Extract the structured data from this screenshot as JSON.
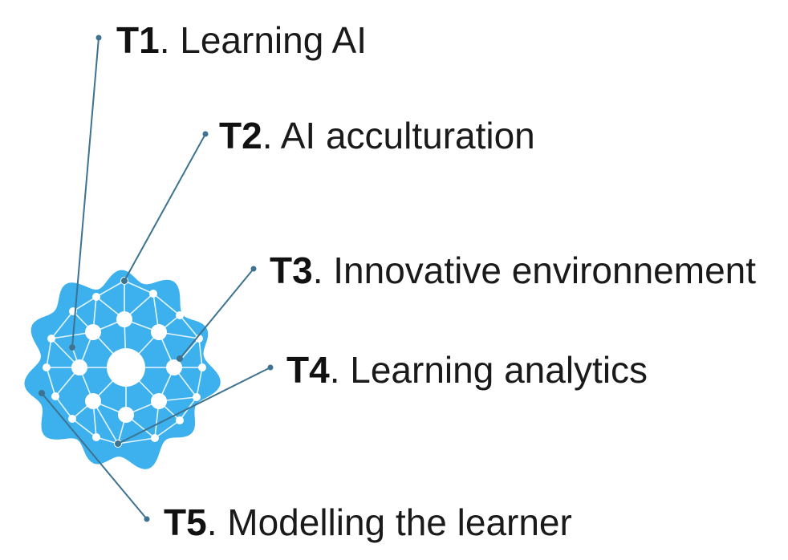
{
  "colors": {
    "network_fill": "#3db0ee",
    "network_node": "#ffffff",
    "network_edge": "#e6f5fd",
    "leader_line": "#3d7391",
    "text": "#1a1a1a"
  },
  "topics": [
    {
      "code": "T1",
      "separator": ".",
      "text": " Learning AI"
    },
    {
      "code": "T2",
      "separator": ".",
      "text": " AI acculturation"
    },
    {
      "code": "T3",
      "separator": ".",
      "text": " Innovative environnement"
    },
    {
      "code": "T4",
      "separator": ".",
      "text": " Learning analytics"
    },
    {
      "code": "T5",
      "separator": ".",
      "text": " Modelling the learner"
    }
  ]
}
